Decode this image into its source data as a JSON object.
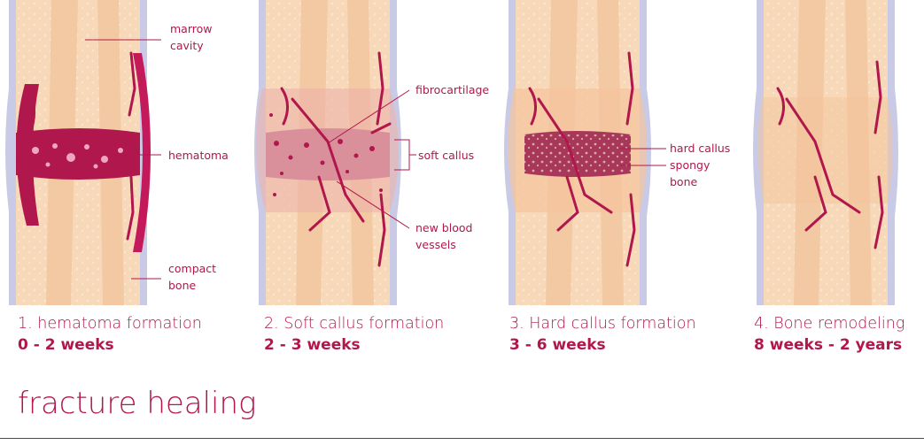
{
  "labels": {
    "marrow_cavity": [
      "marrow",
      "cavity"
    ],
    "hematoma": "hematoma",
    "compact_bone": [
      "compact",
      "bone"
    ],
    "fibrocartilage": "fibrocartilage",
    "soft_callus": "soft callus",
    "new_blood_vessels": [
      "new blood",
      "vessels"
    ],
    "hard_callus": "hard callus",
    "spongy_bone": [
      "spongy",
      "bone"
    ]
  },
  "stages": [
    {
      "name": "1. hematoma formation",
      "time": "0 - 2 weeks"
    },
    {
      "name": "2. Soft callus formation",
      "time": "2 - 3 weeks"
    },
    {
      "name": "3. Hard callus formation",
      "time": "3 - 6 weeks"
    },
    {
      "name": "4. Bone remodeling",
      "time": "8 weeks - 2 years"
    }
  ],
  "title": "fracture healing",
  "colors": {
    "accent": "#b2174b",
    "bone_outer": "#f7d9b9",
    "bone_cortex": "#f3c9a3",
    "periosteum": "#c9cbe6",
    "hematoma": "#b0174c",
    "soft_callus": "#d9909a",
    "hard_callus": "#a8385a",
    "vessel": "#b0174c"
  }
}
